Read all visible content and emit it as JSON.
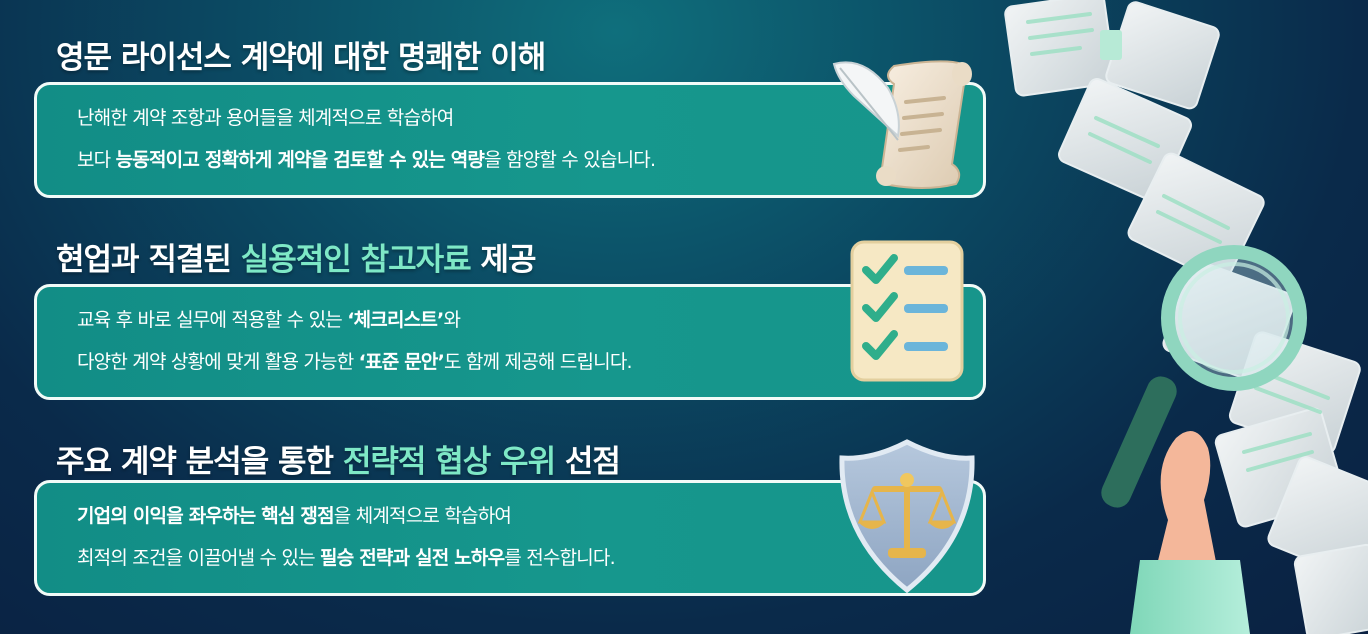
{
  "sections": [
    {
      "title_pre": "영문 라이선스 계약에 대한 명쾌한 이해",
      "title_hl": "",
      "title_post": "",
      "line1": {
        "a": "난해한 계약 조항과 용어들을 체계적으로 학습하여",
        "b": "",
        "c": ""
      },
      "line2": {
        "a": "보다 ",
        "b": "능동적이고 정확하게 계약을 검토할 수 있는 역량",
        "c": "을 함양할 수 있습니다."
      },
      "icon": "scroll-quill-icon"
    },
    {
      "title_pre": "현업과 직결된 ",
      "title_hl": "실용적인 참고자료",
      "title_post": " 제공",
      "line1": {
        "a": "교육 후 바로 실무에 적용할 수 있는 ",
        "b": "‘체크리스트’",
        "c": "와"
      },
      "line2": {
        "a": "다양한 계약 상황에 맞게 활용 가능한 ",
        "b": "‘표준 문안’",
        "c": "도 함께 제공해 드립니다."
      },
      "icon": "checklist-icon"
    },
    {
      "title_pre": "주요 계약 분석을 통한 ",
      "title_hl": "전략적 협상 우위",
      "title_post": " 선점",
      "line1": {
        "a": "",
        "b": "기업의 이익을 좌우하는 핵심 쟁점",
        "c": "을 체계적으로 학습하여"
      },
      "line2": {
        "a": "최적의 조건을 이끌어낼 수 있는 ",
        "b": "필승 전략과 실전 노하우",
        "c": "를 전수합니다."
      },
      "icon": "shield-scales-icon"
    }
  ],
  "decoration": {
    "icon": "magnifier-documents-icon"
  },
  "colors": {
    "highlight": "#7ee8c6",
    "box": "#17948b",
    "border": "#f2fbf8"
  }
}
